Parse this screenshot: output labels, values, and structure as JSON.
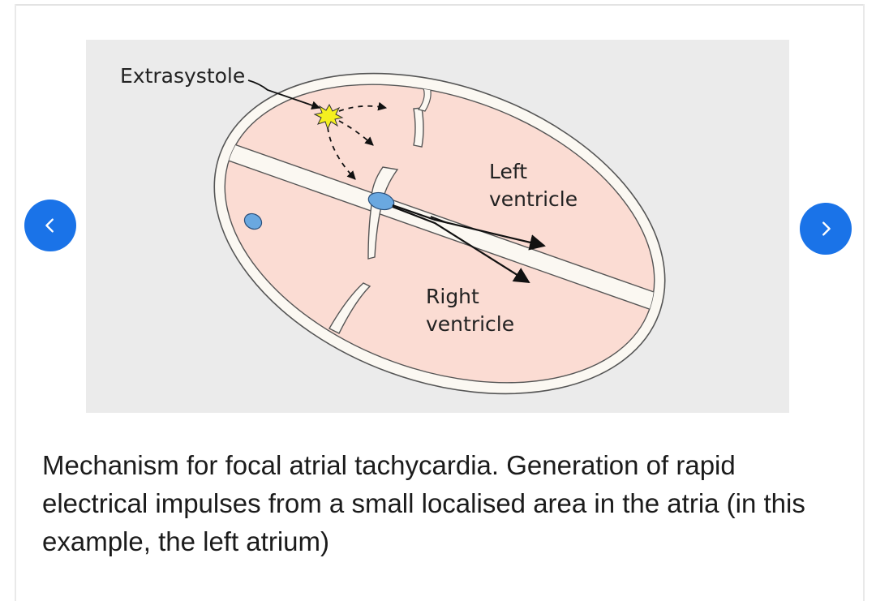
{
  "figure": {
    "labels": {
      "extrasystole": "Extrasystole",
      "left_ventricle_line1": "Left",
      "left_ventricle_line2": "ventricle",
      "right_ventricle_line1": "Right",
      "right_ventricle_line2": "ventricle"
    },
    "colors": {
      "background": "#ebebeb",
      "chamber_fill": "#fbdcd3",
      "wall_fill": "#fbf8f2",
      "outline": "#555555",
      "node_fill": "#6aa8e0",
      "spark_fill": "#f5ef1f"
    }
  },
  "caption": {
    "text": "Mechanism for focal atrial tachycardia. Generation of rapid electrical impulses from a small localised area in the atria (in this example, the left atrium)"
  },
  "navigation": {
    "prev_icon": "chevron-left-icon",
    "next_icon": "chevron-right-icon",
    "accent": "#1a73e8"
  }
}
